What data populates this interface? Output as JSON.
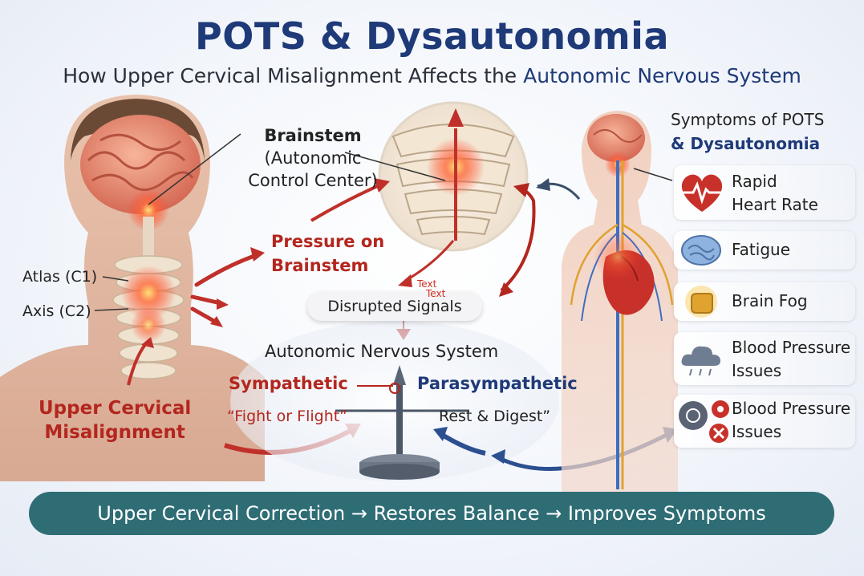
{
  "title": "POTS & Dysautonomia",
  "subtitle": {
    "prefix": "How Upper Cervical Misalignment Affects the",
    "highlight": "Autonomic Nervous System"
  },
  "brainstem": {
    "name": "Brainstem",
    "desc1": "(Autonomic",
    "desc2": "Control Center)"
  },
  "pressure": {
    "line1": "Pressure on",
    "line2": "Brainstem"
  },
  "atlas_label": "Atlas (C1)",
  "axis_label": "Axis (C2)",
  "misalignment": {
    "line1": "Upper Cervical",
    "line2": "Misalignment"
  },
  "disrupted_signals": "Disrupted Signals",
  "text_marks": [
    "Text",
    "Text"
  ],
  "ans": {
    "title": "Autonomic Nervous System",
    "sympathetic": "Sympathetic",
    "fight": "“Fight or Flight”",
    "parasympathetic": "Parasympathetic",
    "rest": "Rest & Digest”"
  },
  "symptoms": {
    "title1": "Symptoms of POTS",
    "title2": "& Dysautonomia",
    "items": [
      {
        "line1": "Rapid",
        "line2": "Heart Rate",
        "icon": "heart-rate-icon"
      },
      {
        "line1": "Fatigue",
        "line2": "",
        "icon": "brain-icon"
      },
      {
        "line1": "Brain Fog",
        "line2": "",
        "icon": "hand-icon"
      },
      {
        "line1": "Blood Pressure",
        "line2": "Issues",
        "icon": "cloud-icon"
      },
      {
        "line1": "Blood Pressure",
        "line2": "Issues",
        "icon": "warning-icons"
      }
    ]
  },
  "banner": {
    "part1": "Upper Cervical Correction",
    "part2": "Restores Balance",
    "part3": "Improves Symptoms",
    "arrow": "→"
  },
  "colors": {
    "title_blue": "#1f3a78",
    "accent_red": "#b3261e",
    "banner_teal": "#2e6b73"
  }
}
